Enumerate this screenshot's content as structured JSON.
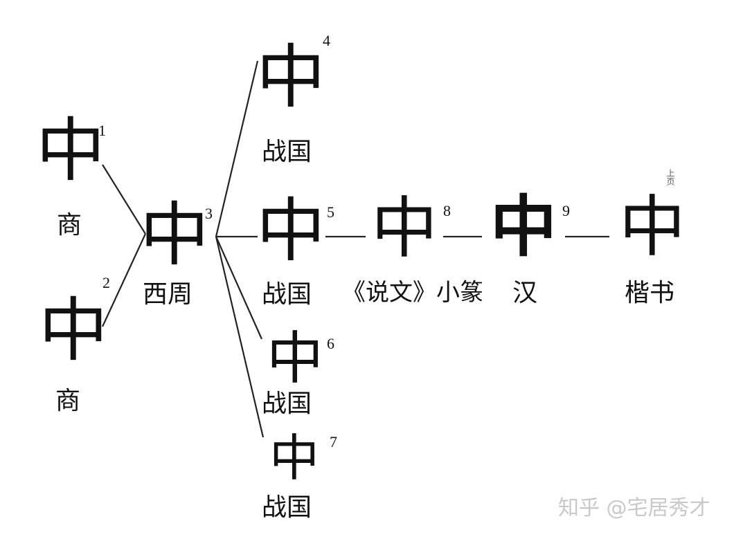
{
  "nodes": {
    "n1": {
      "glyph": "中",
      "number": "1",
      "period": "商"
    },
    "n2": {
      "glyph": "中",
      "number": "2",
      "period": "商"
    },
    "n3": {
      "glyph": "中",
      "number": "3",
      "period": "西周"
    },
    "n4": {
      "glyph": "中",
      "number": "4",
      "period": "战国"
    },
    "n5": {
      "glyph": "中",
      "number": "5",
      "period": "战国"
    },
    "n6": {
      "glyph": "中",
      "number": "6",
      "period": "战国"
    },
    "n7": {
      "glyph": "中",
      "number": "7",
      "period": "战国"
    },
    "n_shuowen": {
      "glyph": "中",
      "period": "《说文》小篆"
    },
    "n8": {
      "glyph": "中",
      "number": "8",
      "period": "汉"
    },
    "n9": {
      "glyph": "中",
      "number": "9",
      "period": "楷书"
    }
  },
  "source_note": "上页",
  "watermark": "知乎 @宅居秀才"
}
